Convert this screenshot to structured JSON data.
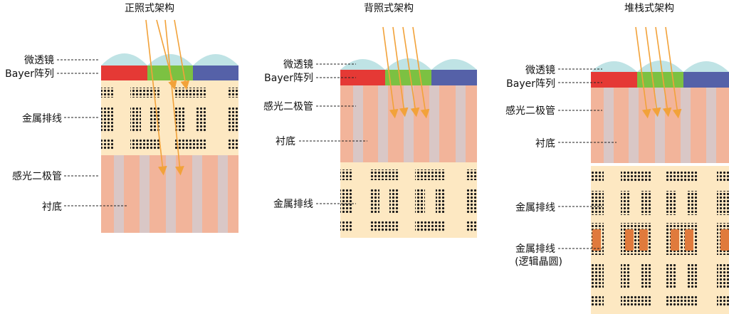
{
  "colors": {
    "lens": "#bfe3e5",
    "red": "#e53935",
    "green": "#7cc142",
    "blue": "#5561a8",
    "metal_bg": "#fde8c2",
    "diode_bg": "#f2b49a",
    "diode_stripe": "#d9c7c6",
    "arrow": "#f2a23a",
    "dot": "#1a1a1a",
    "logic_block": "#e07a3c"
  },
  "panels": [
    {
      "title": "正照式架构",
      "labels": [
        "微透镜",
        "Bayer阵列",
        "金属排线",
        "感光二极管",
        "衬底"
      ]
    },
    {
      "title": "背照式架构",
      "labels": [
        "微透镜",
        "Bayer阵列",
        "感光二极管",
        "衬底",
        "金属排线"
      ]
    },
    {
      "title": "堆栈式架构",
      "labels": [
        "微透镜",
        "Bayer阵列",
        "感光二极管",
        "衬底",
        "金属排线",
        "金属排线",
        "(逻辑晶圆)"
      ]
    }
  ]
}
